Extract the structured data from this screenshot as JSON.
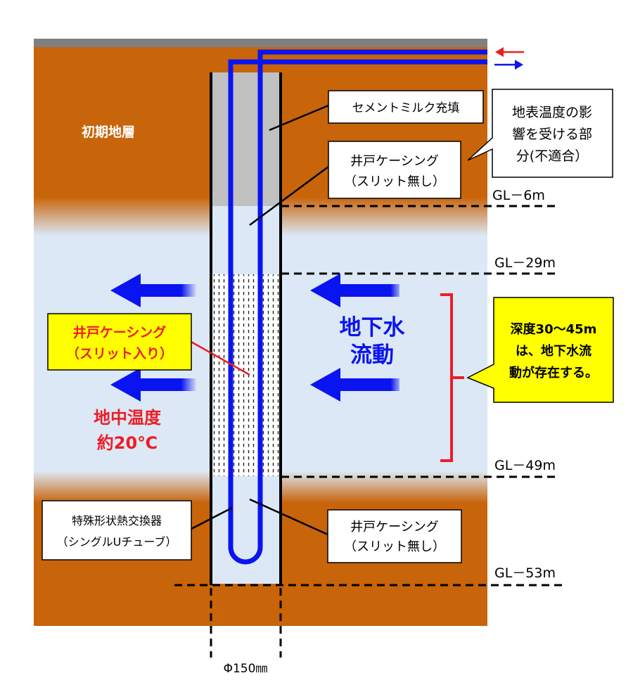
{
  "labels": {
    "initial_stratum": "初期地層",
    "cement_milk": "セメントミルク充填",
    "casing_top_l1": "井戸ケーシング",
    "casing_top_l2": "（スリット無し）",
    "surface_note_l1": "地表温度の影",
    "surface_note_l2": "響を受ける部",
    "surface_note_l3": "分(不適合）",
    "gl6": "GL－6m",
    "gl29": "GL－29m",
    "gl49": "GL－49m",
    "gl53": "GL－53m",
    "groundwater_l1": "地下水",
    "groundwater_l2": "流動",
    "slit_casing_l1": "井戸ケーシング",
    "slit_casing_l2": "（スリット入り）",
    "ground_temp_l1": "地中温度",
    "ground_temp_l2": "約20℃",
    "depth_note_l1": "深度30～45m",
    "depth_note_l2": "は、地下水流",
    "depth_note_l3": "動が存在する。",
    "heat_ex_l1": "特殊形状熱交換器",
    "heat_ex_l2": "（シングルUチューブ）",
    "casing_bot_l1": "井戸ケーシング",
    "casing_bot_l2": "（スリット無し）",
    "diameter": "Φ150㎜"
  },
  "colors": {
    "soil": "#c8640a",
    "water": "#dce8f5",
    "cement": "#c0c0c0",
    "pipe": "#0a14f0",
    "red": "#ee1c24",
    "note_yellow": "#ffff00",
    "ground_top": "#808080"
  }
}
